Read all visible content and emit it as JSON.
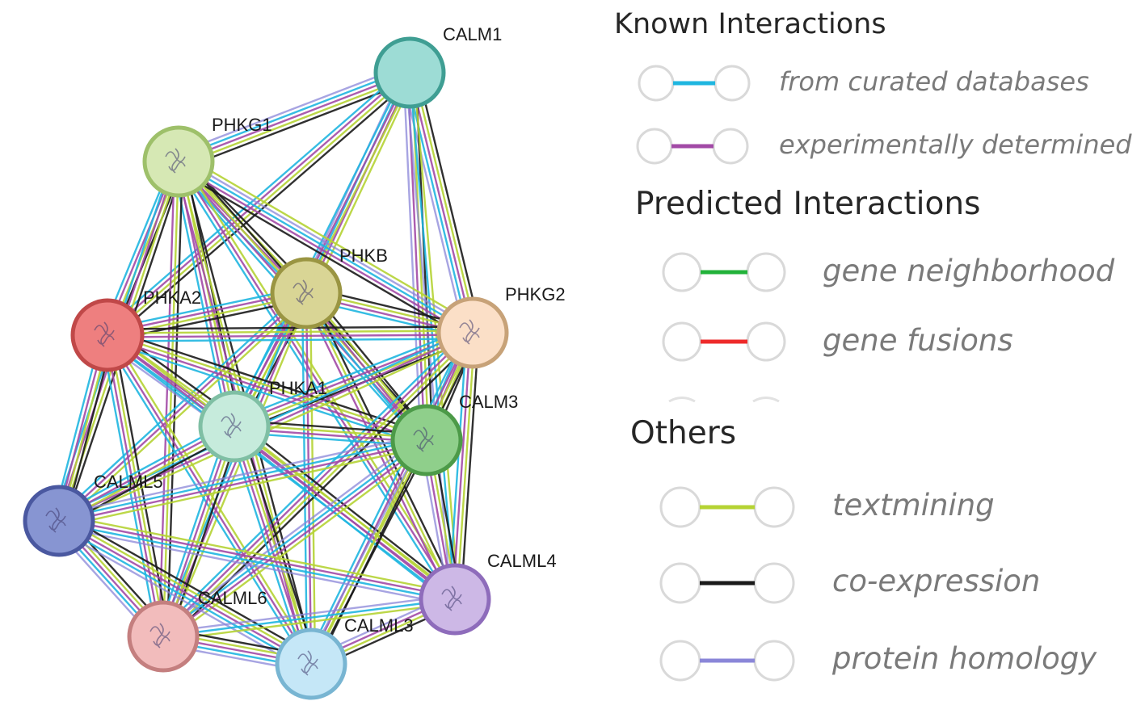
{
  "legend": {
    "known": {
      "title": "Known Interactions",
      "items": [
        {
          "label": "from curated databases",
          "color": "#1fb6e0"
        },
        {
          "label": "experimentally determined",
          "color": "#a24aa6"
        }
      ]
    },
    "predicted": {
      "title": "Predicted Interactions",
      "items": [
        {
          "label": "gene neighborhood",
          "color": "#22b23a"
        },
        {
          "label": "gene fusions",
          "color": "#ee2a2a"
        }
      ]
    },
    "others": {
      "title": "Others",
      "items": [
        {
          "label": "textmining",
          "color": "#b5d334"
        },
        {
          "label": "co-expression",
          "color": "#1a1a1a"
        },
        {
          "label": "protein homology",
          "color": "#8a86d8"
        }
      ]
    }
  },
  "network": {
    "nodes": [
      {
        "id": "CALM1",
        "label": "CALM1",
        "fill": "#9ddcd5",
        "stroke": "#3f9e93"
      },
      {
        "id": "PHKG1",
        "label": "PHKG1",
        "fill": "#d6e8b4",
        "stroke": "#9ec06a"
      },
      {
        "id": "PHKB",
        "label": "PHKB",
        "fill": "#d9d595",
        "stroke": "#9a9542"
      },
      {
        "id": "PHKA2",
        "label": "PHKA2",
        "fill": "#ee7f7f",
        "stroke": "#c04848"
      },
      {
        "id": "PHKG2",
        "label": "PHKG2",
        "fill": "#fbdfc7",
        "stroke": "#c7a278"
      },
      {
        "id": "PHKA1",
        "label": "PHKA1",
        "fill": "#c6ebdc",
        "stroke": "#7fbfa4"
      },
      {
        "id": "CALM3",
        "label": "CALM3",
        "fill": "#8fcf8b",
        "stroke": "#4c9a48"
      },
      {
        "id": "CALML5",
        "label": "CALML5",
        "fill": "#8795d2",
        "stroke": "#4a58a0"
      },
      {
        "id": "CALML4",
        "label": "CALML4",
        "fill": "#cdb8e6",
        "stroke": "#8e6cbb"
      },
      {
        "id": "CALML6",
        "label": "CALML6",
        "fill": "#f2bcbc",
        "stroke": "#c47f7f"
      },
      {
        "id": "CALML3",
        "label": "CALML3",
        "fill": "#c5e7f7",
        "stroke": "#78b5d2"
      }
    ],
    "edges": [
      {
        "from": "CALM1",
        "to": "PHKG1",
        "types": [
          "coexpression",
          "textmining",
          "experimental",
          "curated",
          "homology"
        ]
      },
      {
        "from": "CALM1",
        "to": "PHKA2",
        "types": [
          "coexpression",
          "textmining",
          "experimental",
          "curated"
        ]
      },
      {
        "from": "CALM1",
        "to": "PHKB",
        "types": [
          "textmining",
          "experimental",
          "curated",
          "homology"
        ]
      },
      {
        "from": "CALM1",
        "to": "PHKA1",
        "types": [
          "textmining",
          "experimental",
          "curated"
        ]
      },
      {
        "from": "CALM1",
        "to": "PHKG2",
        "types": [
          "coexpression",
          "textmining",
          "experimental",
          "curated",
          "homology"
        ]
      },
      {
        "from": "CALM1",
        "to": "CALM3",
        "types": [
          "coexpression",
          "textmining",
          "experimental",
          "homology"
        ]
      },
      {
        "from": "CALM1",
        "to": "CALML4",
        "types": [
          "textmining",
          "curated",
          "homology"
        ]
      },
      {
        "from": "PHKG1",
        "to": "PHKB",
        "types": [
          "coexpression",
          "textmining",
          "experimental",
          "curated"
        ]
      },
      {
        "from": "PHKG1",
        "to": "PHKA2",
        "types": [
          "coexpression",
          "textmining",
          "experimental",
          "curated"
        ]
      },
      {
        "from": "PHKG1",
        "to": "PHKG2",
        "types": [
          "textmining",
          "homology",
          "curated",
          "experimental",
          "coexpression"
        ]
      },
      {
        "from": "PHKG1",
        "to": "PHKA1",
        "types": [
          "coexpression",
          "textmining",
          "experimental",
          "curated"
        ]
      },
      {
        "from": "PHKG1",
        "to": "CALM3",
        "types": [
          "coexpression",
          "textmining",
          "experimental",
          "curated"
        ]
      },
      {
        "from": "PHKG1",
        "to": "CALML5",
        "types": [
          "coexpression",
          "textmining",
          "experimental",
          "curated"
        ]
      },
      {
        "from": "PHKG1",
        "to": "CALML4",
        "types": [
          "textmining",
          "experimental",
          "curated"
        ]
      },
      {
        "from": "PHKG1",
        "to": "CALML6",
        "types": [
          "coexpression",
          "textmining",
          "experimental"
        ]
      },
      {
        "from": "PHKG1",
        "to": "CALML3",
        "types": [
          "coexpression",
          "textmining",
          "experimental"
        ]
      },
      {
        "from": "PHKB",
        "to": "PHKA2",
        "types": [
          "coexpression",
          "textmining",
          "experimental",
          "curated"
        ]
      },
      {
        "from": "PHKB",
        "to": "PHKG2",
        "types": [
          "coexpression",
          "textmining",
          "experimental",
          "curated"
        ]
      },
      {
        "from": "PHKB",
        "to": "PHKA1",
        "types": [
          "coexpression",
          "textmining",
          "experimental",
          "curated"
        ]
      },
      {
        "from": "PHKB",
        "to": "CALM3",
        "types": [
          "coexpression",
          "textmining",
          "experimental",
          "curated"
        ]
      },
      {
        "from": "PHKB",
        "to": "CALML5",
        "types": [
          "textmining",
          "experimental",
          "curated"
        ]
      },
      {
        "from": "PHKB",
        "to": "CALML4",
        "types": [
          "coexpression",
          "textmining",
          "experimental"
        ]
      },
      {
        "from": "PHKB",
        "to": "CALML6",
        "types": [
          "textmining",
          "experimental",
          "curated"
        ]
      },
      {
        "from": "PHKB",
        "to": "CALML3",
        "types": [
          "textmining",
          "experimental",
          "curated"
        ]
      },
      {
        "from": "PHKA2",
        "to": "PHKG2",
        "types": [
          "coexpression",
          "textmining",
          "experimental",
          "curated"
        ]
      },
      {
        "from": "PHKA2",
        "to": "PHKA1",
        "types": [
          "coexpression",
          "textmining",
          "experimental",
          "curated",
          "homology"
        ]
      },
      {
        "from": "PHKA2",
        "to": "CALM3",
        "types": [
          "coexpression",
          "textmining",
          "experimental",
          "curated"
        ]
      },
      {
        "from": "PHKA2",
        "to": "CALML5",
        "types": [
          "coexpression",
          "textmining",
          "experimental",
          "curated"
        ]
      },
      {
        "from": "PHKA2",
        "to": "CALML4",
        "types": [
          "textmining",
          "experimental",
          "curated"
        ]
      },
      {
        "from": "PHKA2",
        "to": "CALML6",
        "types": [
          "coexpression",
          "textmining",
          "experimental",
          "curated"
        ]
      },
      {
        "from": "PHKA2",
        "to": "CALML3",
        "types": [
          "textmining",
          "experimental",
          "curated"
        ]
      },
      {
        "from": "PHKG2",
        "to": "PHKA1",
        "types": [
          "coexpression",
          "textmining",
          "experimental",
          "curated"
        ]
      },
      {
        "from": "PHKG2",
        "to": "CALM3",
        "types": [
          "coexpression",
          "textmining",
          "experimental",
          "curated"
        ]
      },
      {
        "from": "PHKG2",
        "to": "CALML5",
        "types": [
          "textmining",
          "experimental",
          "curated"
        ]
      },
      {
        "from": "PHKG2",
        "to": "CALML4",
        "types": [
          "coexpression",
          "textmining",
          "experimental",
          "curated"
        ]
      },
      {
        "from": "PHKG2",
        "to": "CALML6",
        "types": [
          "coexpression",
          "textmining",
          "experimental",
          "curated"
        ]
      },
      {
        "from": "PHKG2",
        "to": "CALML3",
        "types": [
          "coexpression",
          "textmining",
          "experimental",
          "curated"
        ]
      },
      {
        "from": "PHKA1",
        "to": "CALM3",
        "types": [
          "coexpression",
          "textmining",
          "experimental",
          "curated"
        ]
      },
      {
        "from": "PHKA1",
        "to": "CALML5",
        "types": [
          "coexpression",
          "textmining",
          "experimental",
          "curated"
        ]
      },
      {
        "from": "PHKA1",
        "to": "CALML4",
        "types": [
          "coexpression",
          "textmining",
          "experimental",
          "curated"
        ]
      },
      {
        "from": "PHKA1",
        "to": "CALML6",
        "types": [
          "coexpression",
          "textmining",
          "experimental",
          "curated"
        ]
      },
      {
        "from": "PHKA1",
        "to": "CALML3",
        "types": [
          "coexpression",
          "textmining",
          "experimental",
          "curated"
        ]
      },
      {
        "from": "CALM3",
        "to": "CALML5",
        "types": [
          "textmining",
          "experimental",
          "curated",
          "homology"
        ]
      },
      {
        "from": "CALM3",
        "to": "CALML4",
        "types": [
          "coexpression",
          "textmining",
          "experimental",
          "homology"
        ]
      },
      {
        "from": "CALM3",
        "to": "CALML6",
        "types": [
          "textmining",
          "experimental",
          "curated",
          "homology"
        ]
      },
      {
        "from": "CALM3",
        "to": "CALML3",
        "types": [
          "coexpression",
          "textmining",
          "homology"
        ]
      },
      {
        "from": "CALML5",
        "to": "CALML4",
        "types": [
          "textmining",
          "experimental",
          "curated",
          "homology"
        ]
      },
      {
        "from": "CALML5",
        "to": "CALML6",
        "types": [
          "coexpression",
          "textmining",
          "experimental",
          "curated",
          "homology"
        ]
      },
      {
        "from": "CALML5",
        "to": "CALML3",
        "types": [
          "coexpression",
          "textmining",
          "experimental",
          "curated",
          "homology"
        ]
      },
      {
        "from": "CALML4",
        "to": "CALML6",
        "types": [
          "textmining",
          "curated",
          "homology"
        ]
      },
      {
        "from": "CALML4",
        "to": "CALML3",
        "types": [
          "coexpression",
          "textmining",
          "experimental",
          "homology"
        ]
      },
      {
        "from": "CALML6",
        "to": "CALML3",
        "types": [
          "coexpression",
          "textmining",
          "experimental",
          "curated",
          "homology"
        ]
      }
    ],
    "edge_colors": {
      "curated": "#1fb6e0",
      "experimental": "#a24aa6",
      "textmining": "#b5d334",
      "coexpression": "#1a1a1a",
      "homology": "#8a86d8"
    }
  }
}
